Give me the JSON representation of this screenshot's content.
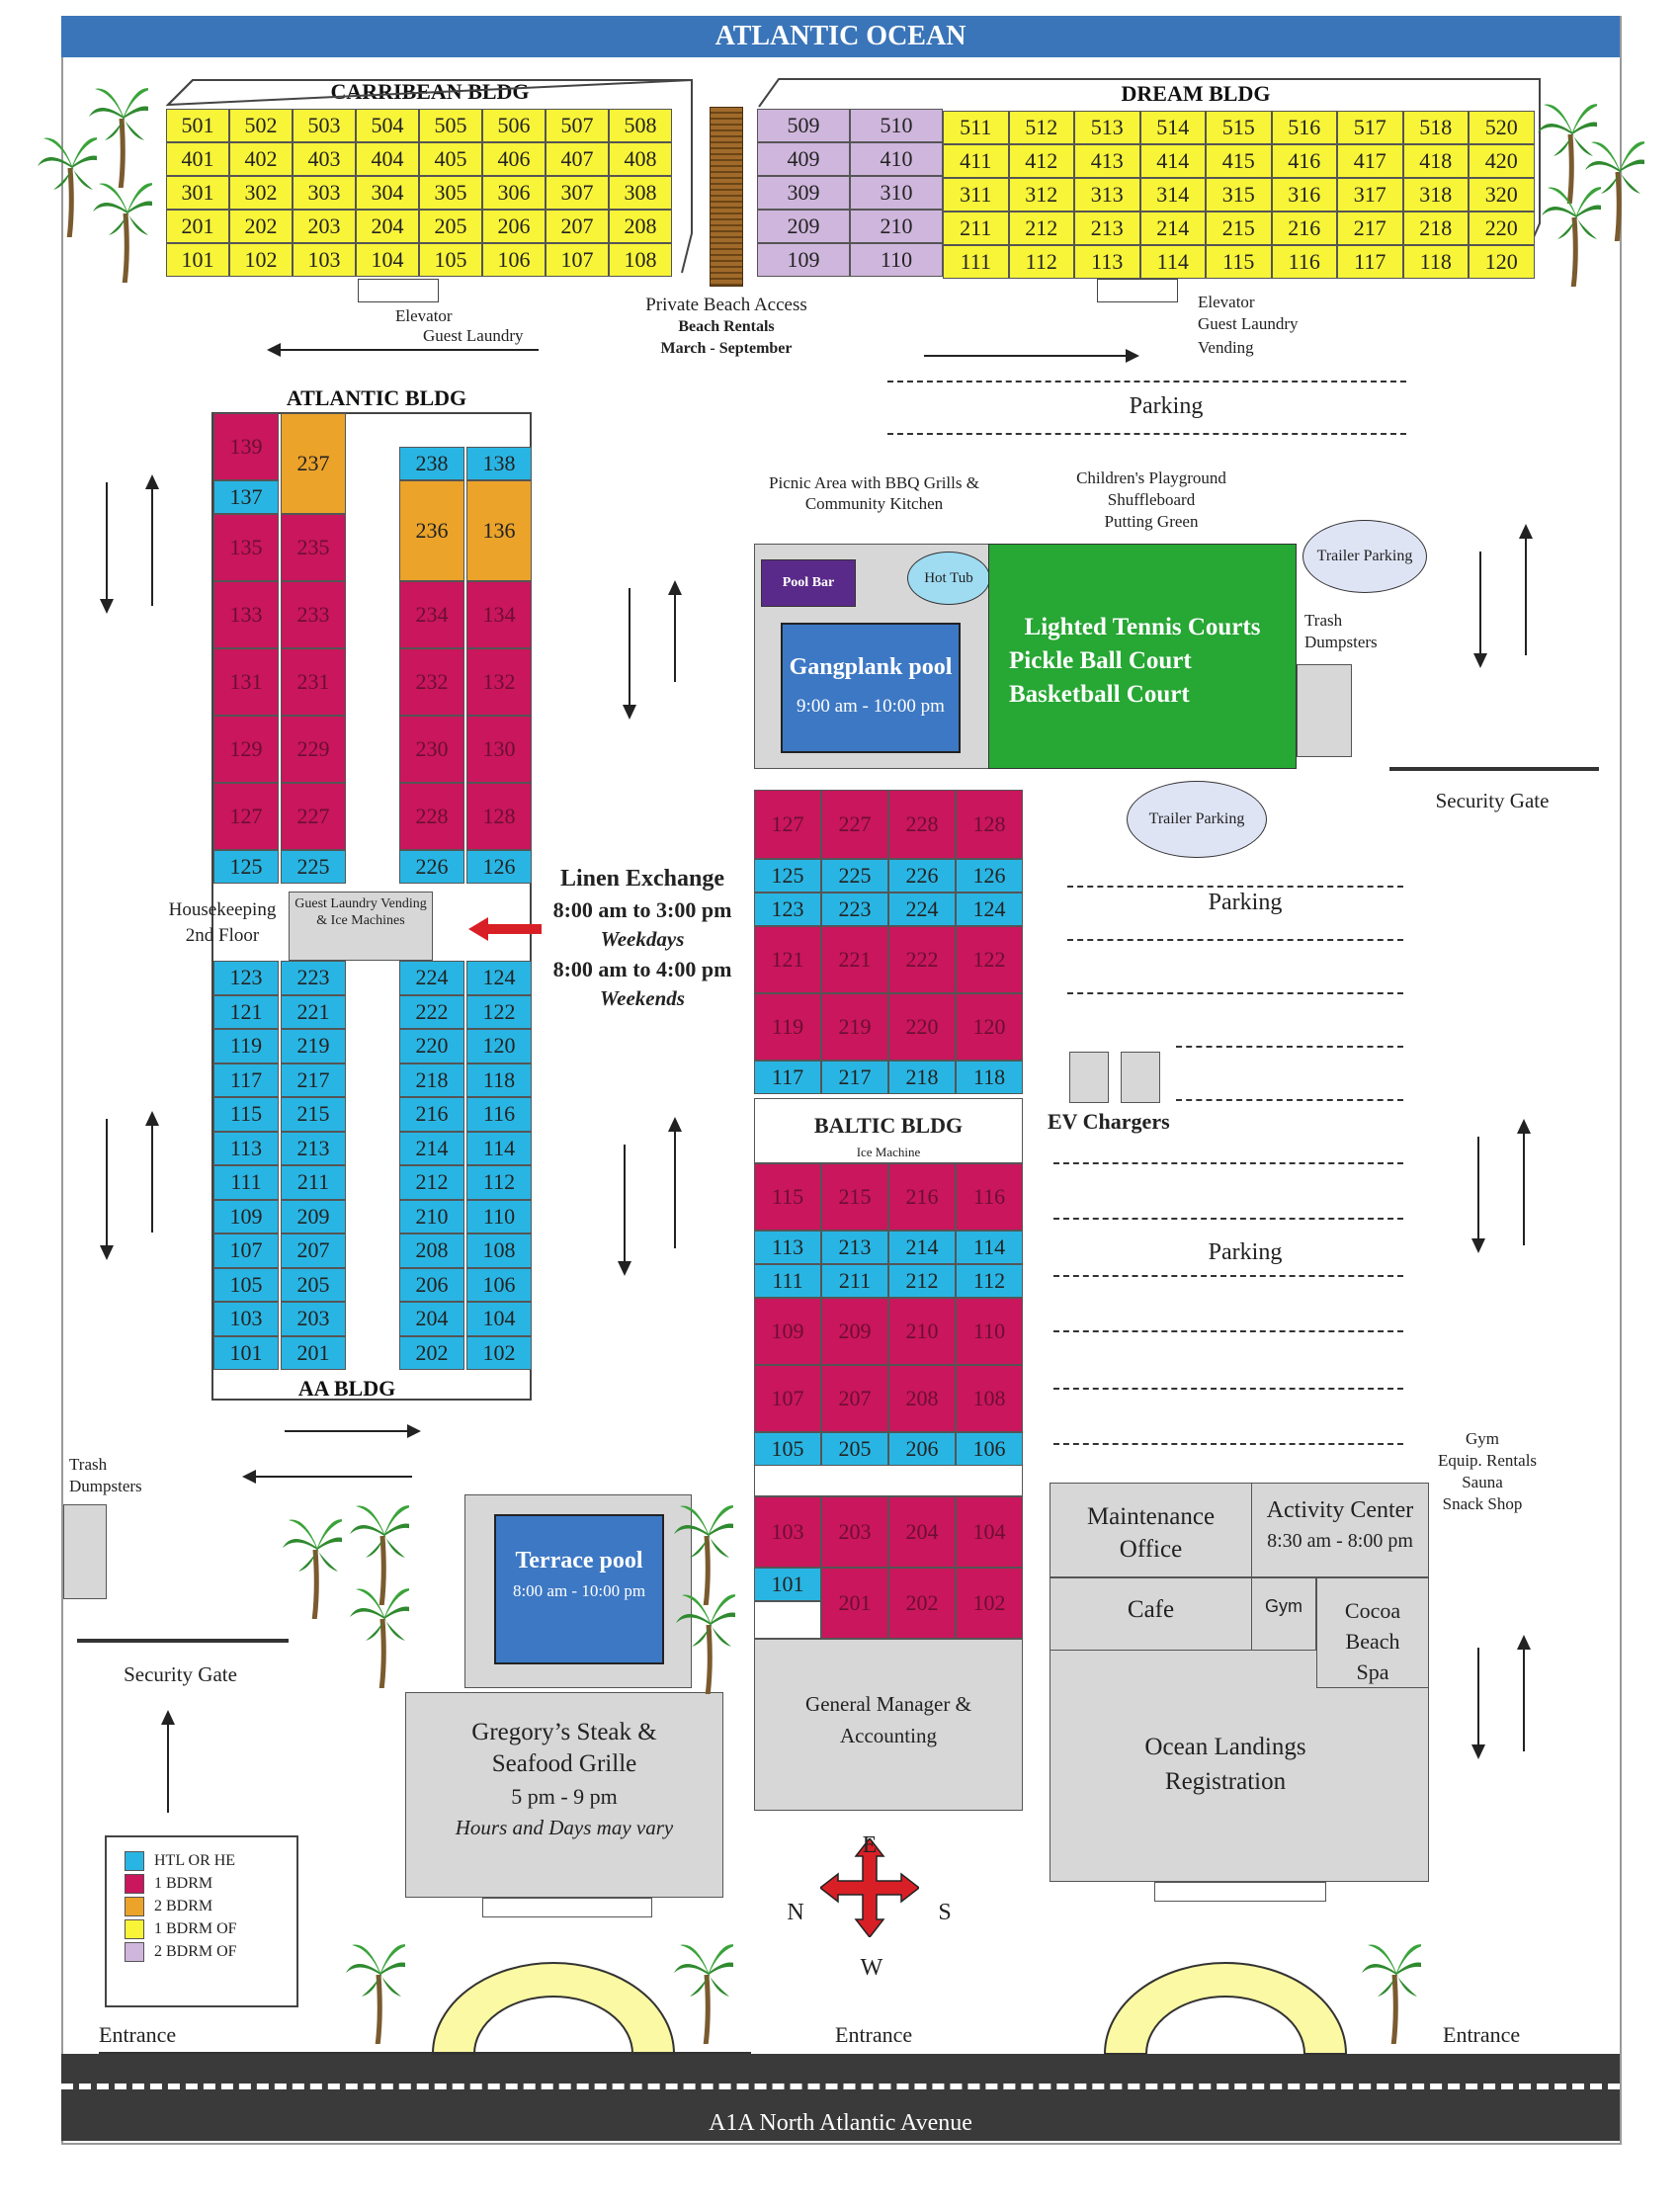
{
  "header": {
    "ocean": "ATLANTIC OCEAN"
  },
  "road": {
    "name": "A1A North Atlantic Avenue"
  },
  "buildings": {
    "carribean": {
      "title": "CARRIBEAN BLDG",
      "rows": [
        [
          "501",
          "502",
          "503",
          "504",
          "505",
          "506",
          "507",
          "508"
        ],
        [
          "401",
          "402",
          "403",
          "404",
          "405",
          "406",
          "407",
          "408"
        ],
        [
          "301",
          "302",
          "303",
          "304",
          "305",
          "306",
          "307",
          "308"
        ],
        [
          "201",
          "202",
          "203",
          "204",
          "205",
          "206",
          "207",
          "208"
        ],
        [
          "101",
          "102",
          "103",
          "104",
          "105",
          "106",
          "107",
          "108"
        ]
      ]
    },
    "dream": {
      "title": "DREAM BLDG",
      "purple_rows": [
        [
          "509",
          "510"
        ],
        [
          "409",
          "410"
        ],
        [
          "309",
          "310"
        ],
        [
          "209",
          "210"
        ],
        [
          "109",
          "110"
        ]
      ],
      "yellow_rows": [
        [
          "511",
          "512",
          "513",
          "514",
          "515",
          "516",
          "517",
          "518",
          "520"
        ],
        [
          "411",
          "412",
          "413",
          "414",
          "415",
          "416",
          "417",
          "418",
          "420"
        ],
        [
          "311",
          "312",
          "313",
          "314",
          "315",
          "316",
          "317",
          "318",
          "320"
        ],
        [
          "211",
          "212",
          "213",
          "214",
          "215",
          "216",
          "217",
          "218",
          "220"
        ],
        [
          "111",
          "112",
          "113",
          "114",
          "115",
          "116",
          "117",
          "118",
          "120"
        ]
      ]
    },
    "atlantic": {
      "title": "ATLANTIC BLDG"
    },
    "aa": {
      "title": "AA BLDG"
    },
    "baltic": {
      "title": "BALTIC BLDG",
      "ice": "Ice Machine"
    }
  },
  "labels": {
    "elevator_left": "Elevator",
    "laundry_left": "Guest Laundry",
    "beach_access": "Private Beach Access",
    "beach_rentals": "Beach Rentals",
    "beach_months": "March - September",
    "elevator_right": "Elevator",
    "laundry_right": "Guest Laundry",
    "vending_right": "Vending",
    "parking": "Parking",
    "picnic": "Picnic Area with BBQ Grills & Community Kitchen",
    "playground_1": "Children's Playground",
    "playground_2": "Shuffleboard",
    "playground_3": "Putting Green",
    "trailer_parking": "Trailer Parking",
    "trash_1": "Trash",
    "trash_2": "Dumpsters",
    "pool_bar": "Pool Bar",
    "hot_tub": "Hot Tub",
    "gangplank": "Gangplank pool",
    "gangplank_hours": "9:00 am - 10:00 pm",
    "courts_1": "Lighted Tennis Courts",
    "courts_2": "Pickle Ball Court",
    "courts_3": "Basketball Court",
    "security_gate": "Security Gate",
    "housekeeping_1": "Housekeeping",
    "housekeeping_2": "2nd Floor",
    "guest_laundry_box": "Guest Laundry Vending & Ice Machines",
    "linen_title": "Linen Exchange",
    "linen_1": "8:00 am to 3:00 pm",
    "linen_2": "Weekdays",
    "linen_3": "8:00 am to 4:00 pm",
    "linen_4": "Weekends",
    "ev": "EV Chargers",
    "gym_list_1": "Gym",
    "gym_list_2": "Equip. Rentals",
    "gym_list_3": "Sauna",
    "gym_list_4": "Snack Shop",
    "terrace": "Terrace pool",
    "terrace_hours": "8:00 am - 10:00 pm",
    "maintenance": "Maintenance Office",
    "activity": "Activity Center",
    "activity_hours": "8:30 am - 8:00 pm",
    "cafe": "Cafe",
    "gym": "Gym",
    "spa": "Cocoa Beach Spa",
    "registration": "Ocean Landings Registration",
    "gm": "General Manager & Accounting",
    "grille_1": "Gregory’s Steak &",
    "grille_2": "Seafood Grille",
    "grille_3": "5 pm - 9 pm",
    "grille_4": "Hours and Days may vary",
    "entrance": "Entrance",
    "compass": {
      "n": "N",
      "e": "E",
      "s": "S",
      "w": "W"
    }
  },
  "legend": [
    {
      "label": "HTL OR HE",
      "color": "#29b5e3"
    },
    {
      "label": "1 BDRM",
      "color": "#c9165c"
    },
    {
      "label": "2 BDRM",
      "color": "#eba32a"
    },
    {
      "label": "1 BDRM OF",
      "color": "#f8f438"
    },
    {
      "label": "2 BDRM OF",
      "color": "#cfb6dc"
    }
  ],
  "atlantic_units": [
    {
      "n": "139",
      "c": "mag"
    },
    {
      "n": "137",
      "c": "blue"
    },
    {
      "n": "237",
      "c": "orng"
    },
    {
      "n": "238",
      "c": "blue"
    },
    {
      "n": "138",
      "c": "blue"
    },
    {
      "n": "135",
      "c": "mag"
    },
    {
      "n": "235",
      "c": "mag"
    },
    {
      "n": "236",
      "c": "orng"
    },
    {
      "n": "136",
      "c": "orng"
    },
    {
      "n": "133",
      "c": "mag"
    },
    {
      "n": "233",
      "c": "mag"
    },
    {
      "n": "234",
      "c": "mag"
    },
    {
      "n": "134",
      "c": "mag"
    },
    {
      "n": "131",
      "c": "mag"
    },
    {
      "n": "231",
      "c": "mag"
    },
    {
      "n": "232",
      "c": "mag"
    },
    {
      "n": "132",
      "c": "mag"
    },
    {
      "n": "129",
      "c": "mag"
    },
    {
      "n": "229",
      "c": "mag"
    },
    {
      "n": "230",
      "c": "mag"
    },
    {
      "n": "130",
      "c": "mag"
    },
    {
      "n": "127",
      "c": "mag"
    },
    {
      "n": "227",
      "c": "mag"
    },
    {
      "n": "228",
      "c": "mag"
    },
    {
      "n": "128",
      "c": "mag"
    },
    {
      "n": "125",
      "c": "blue"
    },
    {
      "n": "225",
      "c": "blue"
    },
    {
      "n": "226",
      "c": "blue"
    },
    {
      "n": "126",
      "c": "blue"
    }
  ],
  "aa_units": [
    [
      "123",
      "223",
      "224",
      "124"
    ],
    [
      "121",
      "221",
      "222",
      "122"
    ],
    [
      "119",
      "219",
      "220",
      "120"
    ],
    [
      "117",
      "217",
      "218",
      "118"
    ],
    [
      "115",
      "215",
      "216",
      "116"
    ],
    [
      "113",
      "213",
      "214",
      "114"
    ],
    [
      "111",
      "211",
      "212",
      "112"
    ],
    [
      "109",
      "209",
      "210",
      "110"
    ],
    [
      "107",
      "207",
      "208",
      "108"
    ],
    [
      "105",
      "205",
      "206",
      "106"
    ],
    [
      "103",
      "203",
      "204",
      "104"
    ],
    [
      "101",
      "201",
      "202",
      "102"
    ]
  ],
  "baltic_upper": [
    {
      "row": [
        "127",
        "227",
        "228",
        "128"
      ],
      "c": "mag",
      "h": 70
    },
    {
      "row": [
        "125",
        "225",
        "226",
        "126"
      ],
      "c": "blue",
      "h": 34
    },
    {
      "row": [
        "123",
        "223",
        "224",
        "124"
      ],
      "c": "blue",
      "h": 34
    },
    {
      "row": [
        "121",
        "221",
        "222",
        "122"
      ],
      "c": "mag",
      "h": 68
    },
    {
      "row": [
        "119",
        "219",
        "220",
        "120"
      ],
      "c": "mag",
      "h": 68
    },
    {
      "row": [
        "117",
        "217",
        "218",
        "118"
      ],
      "c": "blue",
      "h": 34
    }
  ],
  "baltic_lower": [
    {
      "row": [
        "115",
        "215",
        "216",
        "116"
      ],
      "c": "mag",
      "h": 68
    },
    {
      "row": [
        "113",
        "213",
        "214",
        "114"
      ],
      "c": "blue",
      "h": 34
    },
    {
      "row": [
        "111",
        "211",
        "212",
        "112"
      ],
      "c": "blue",
      "h": 34
    },
    {
      "row": [
        "109",
        "209",
        "210",
        "110"
      ],
      "c": "mag",
      "h": 68
    },
    {
      "row": [
        "107",
        "207",
        "208",
        "108"
      ],
      "c": "mag",
      "h": 68
    },
    {
      "row": [
        "105",
        "205",
        "206",
        "106"
      ],
      "c": "blue",
      "h": 34
    }
  ],
  "baltic_bottom": [
    {
      "n": "103",
      "c": "mag"
    },
    {
      "n": "203",
      "c": "mag"
    },
    {
      "n": "204",
      "c": "mag"
    },
    {
      "n": "104",
      "c": "mag"
    },
    {
      "n": "101",
      "c": "blue"
    },
    {
      "n": "201",
      "c": "mag"
    },
    {
      "n": "202",
      "c": "mag"
    },
    {
      "n": "102",
      "c": "mag"
    }
  ]
}
